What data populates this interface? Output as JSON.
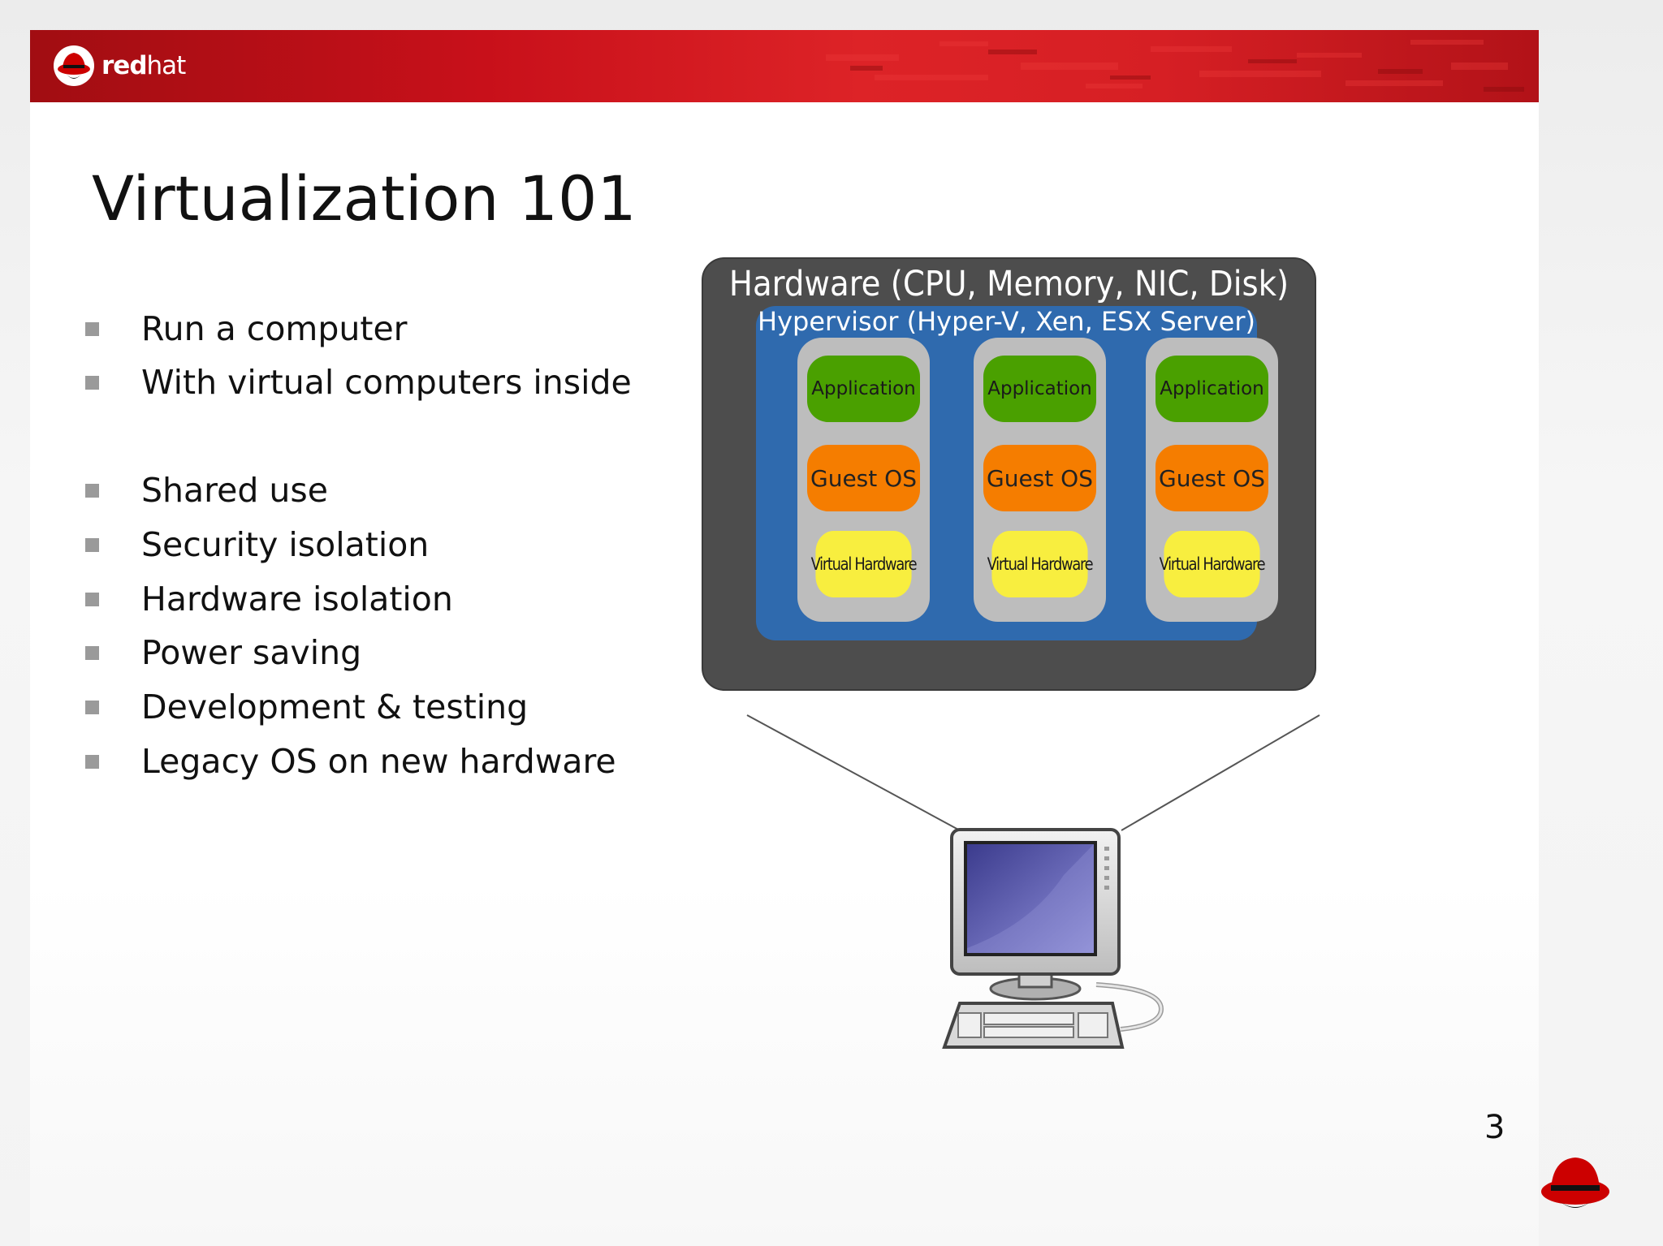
{
  "brand": {
    "logo_text_bold": "red",
    "logo_text_thin": "hat",
    "color": "#cc0000"
  },
  "slide": {
    "title": "Virtualization 101",
    "bullets": [
      "Run a computer",
      "With virtual computers inside",
      "Shared use",
      "Security isolation",
      "Hardware isolation",
      "Power saving",
      "Development & testing",
      "Legacy OS on new hardware"
    ],
    "page_number": "3"
  },
  "diagram": {
    "hardware_label": "Hardware (CPU, Memory, NIC, Disk)",
    "hypervisor_label": "Hypervisor (Hyper-V, Xen, ESX Server)",
    "vms": [
      {
        "app": "Application",
        "os": "Guest OS",
        "hw": "Virtual Hardware"
      },
      {
        "app": "Application",
        "os": "Guest OS",
        "hw": "Virtual Hardware"
      },
      {
        "app": "Application",
        "os": "Guest OS",
        "hw": "Virtual Hardware"
      }
    ],
    "colors": {
      "hardware": "#4d4d4d",
      "hypervisor": "#2f6aae",
      "vm": "#bdbdbd",
      "application": "#4aa000",
      "guest_os": "#f57d00",
      "virtual_hardware": "#f8ee3f"
    },
    "icon": "computer-icon"
  }
}
